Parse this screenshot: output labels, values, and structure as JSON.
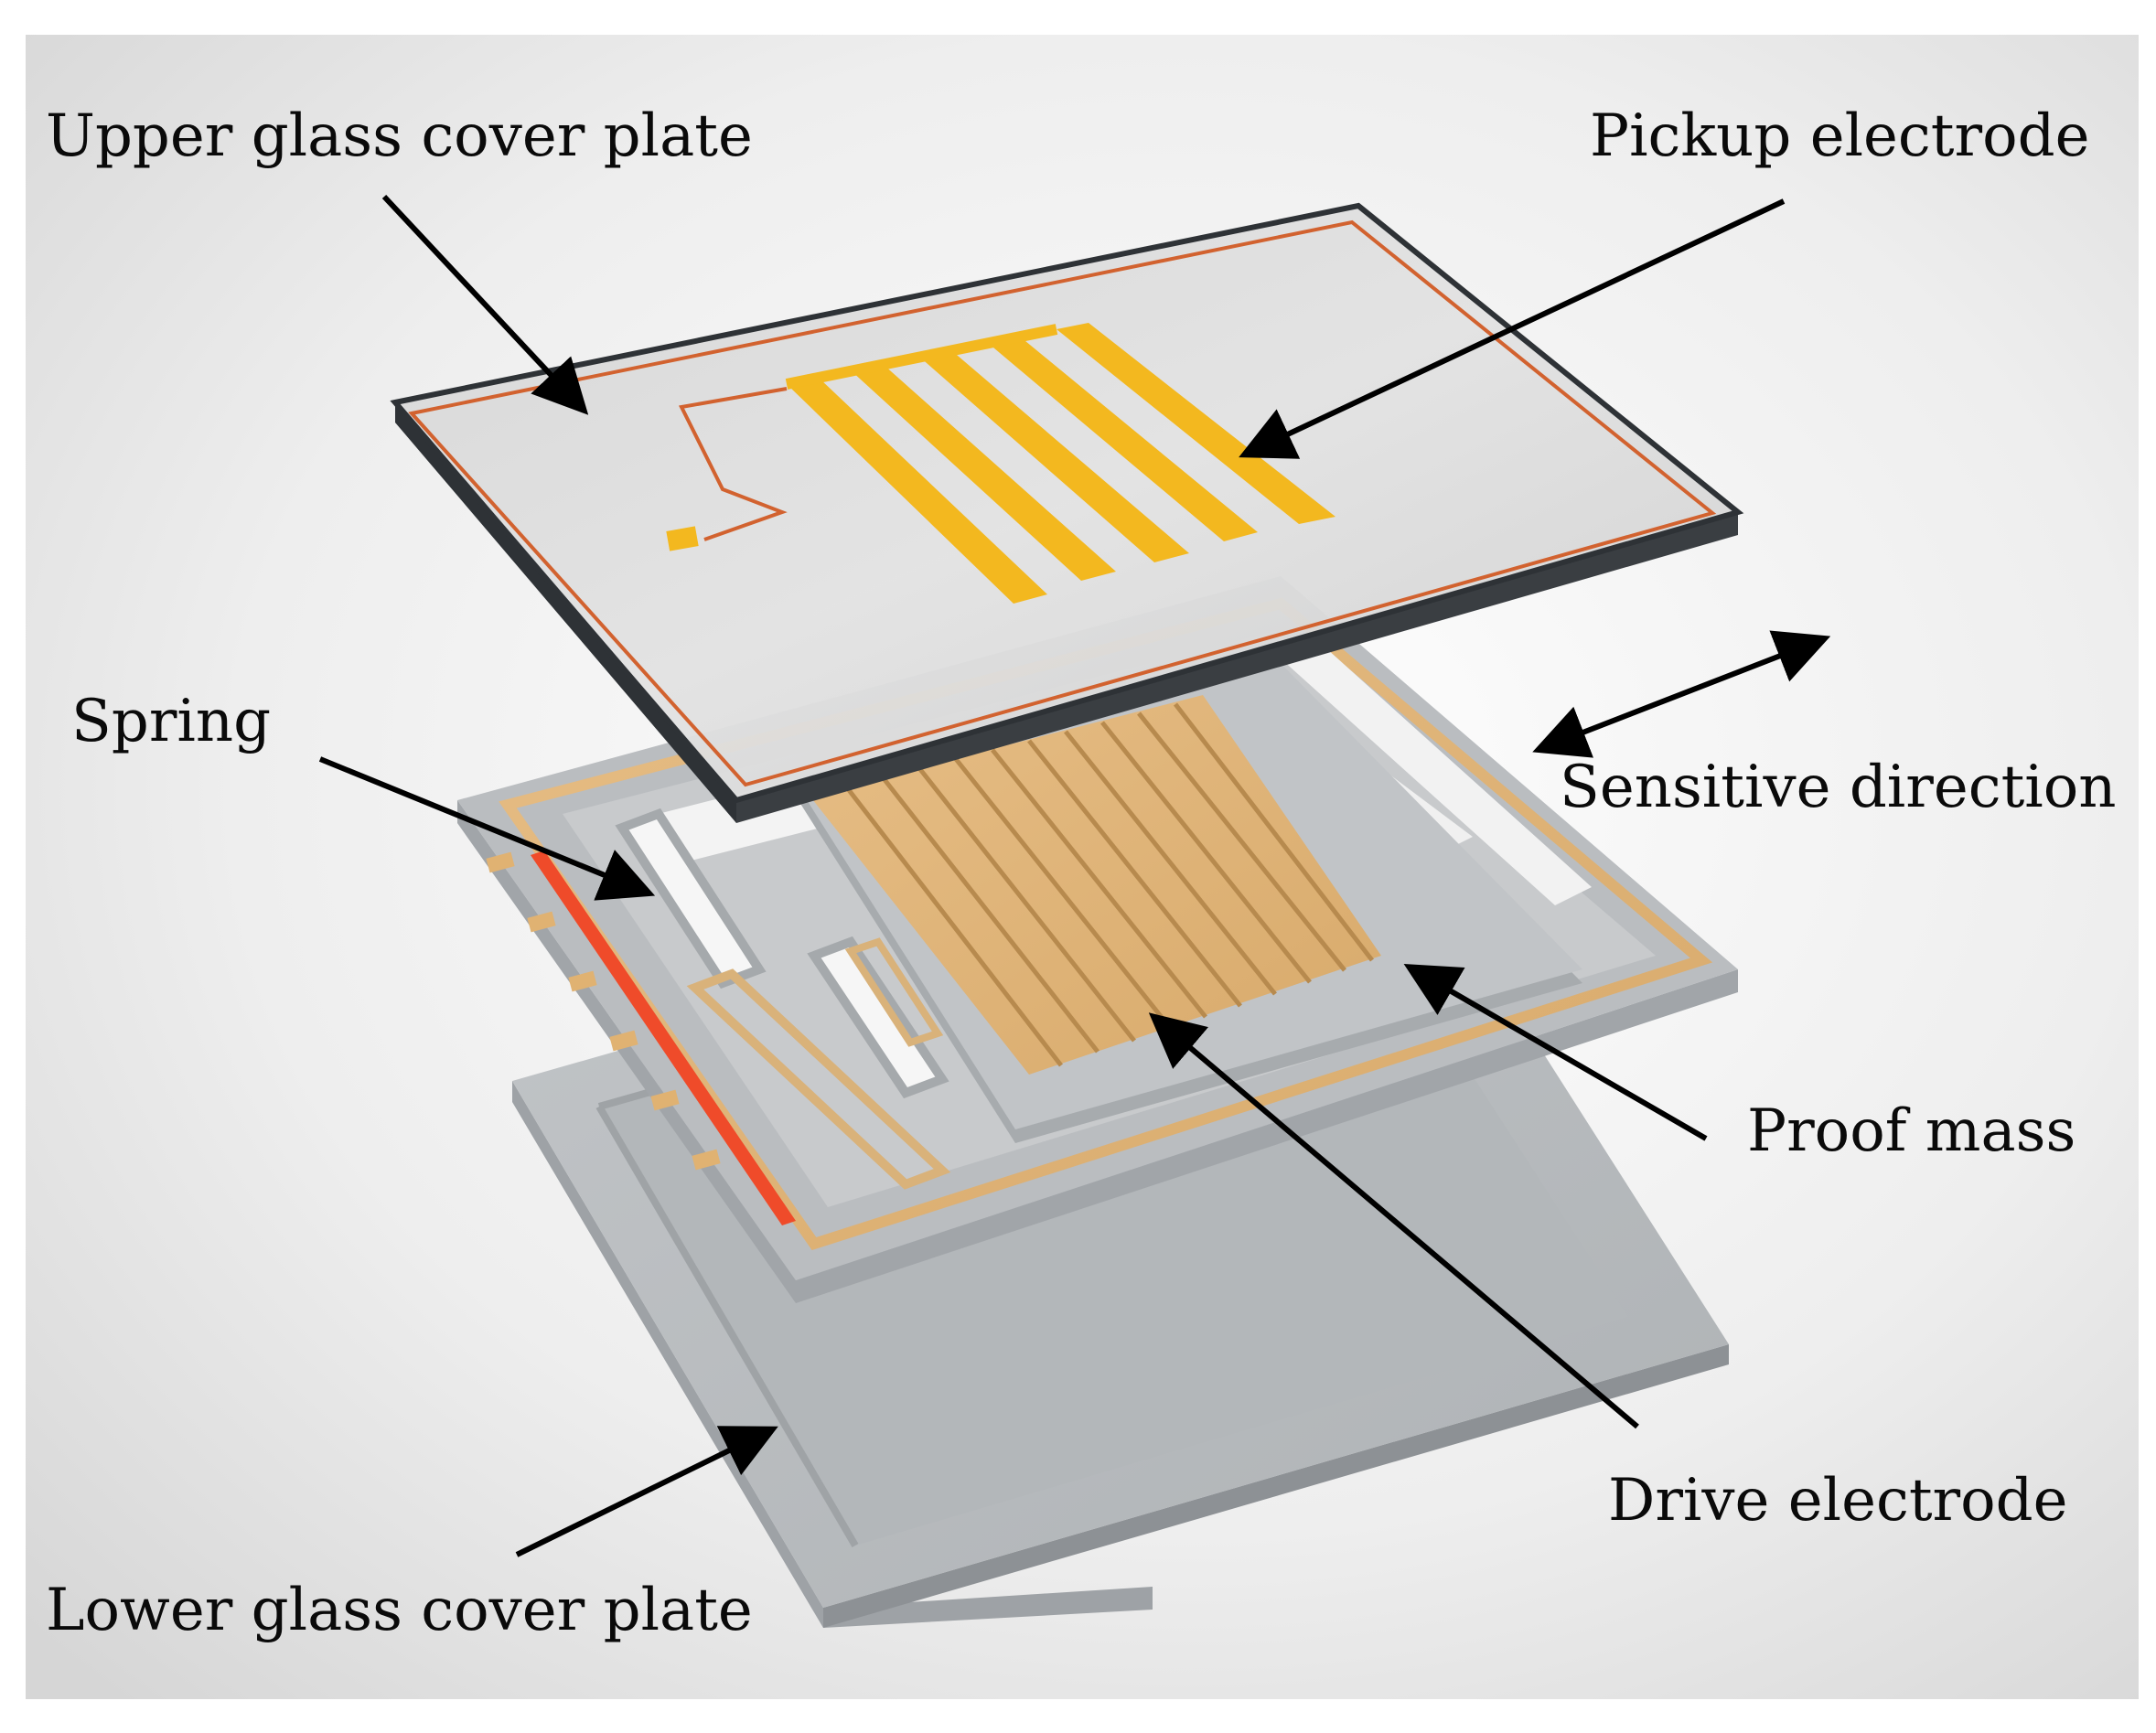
{
  "labels": {
    "upper_glass_cover_plate": "Upper glass cover plate",
    "pickup_electrode": "Pickup electrode",
    "spring": "Spring",
    "sensitive_direction": "Sensitive direction",
    "proof_mass": "Proof mass",
    "drive_electrode": "Drive electrode",
    "lower_glass_cover_plate": "Lower glass cover plate"
  },
  "colors": {
    "background_light": "#f4f4f4",
    "background_shadow": "#dcdcdc",
    "glass_top": "#dcdcdc",
    "glass_edge": "#2e3236",
    "silicon": "#b9bcbf",
    "silicon_dark": "#9ea2a6",
    "gold": "#e2b77a",
    "pickup_gold": "#f3b81f",
    "trace_orange": "#d2622f",
    "red_strip": "#ef4b2a",
    "arrow": "#000000"
  }
}
